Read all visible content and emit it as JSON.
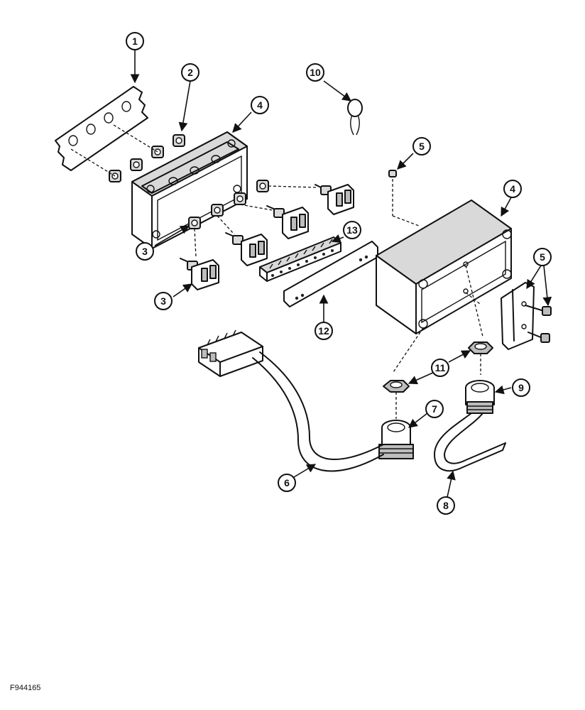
{
  "figure_id": "F944165",
  "callouts": {
    "c1": "1",
    "c2": "2",
    "c3a": "3",
    "c3b": "3",
    "c4a": "4",
    "c4b": "4",
    "c5a": "5",
    "c5b": "5",
    "c6": "6",
    "c7": "7",
    "c8": "8",
    "c9": "9",
    "c10": "10",
    "c11": "11",
    "c12": "12",
    "c13": "13"
  }
}
